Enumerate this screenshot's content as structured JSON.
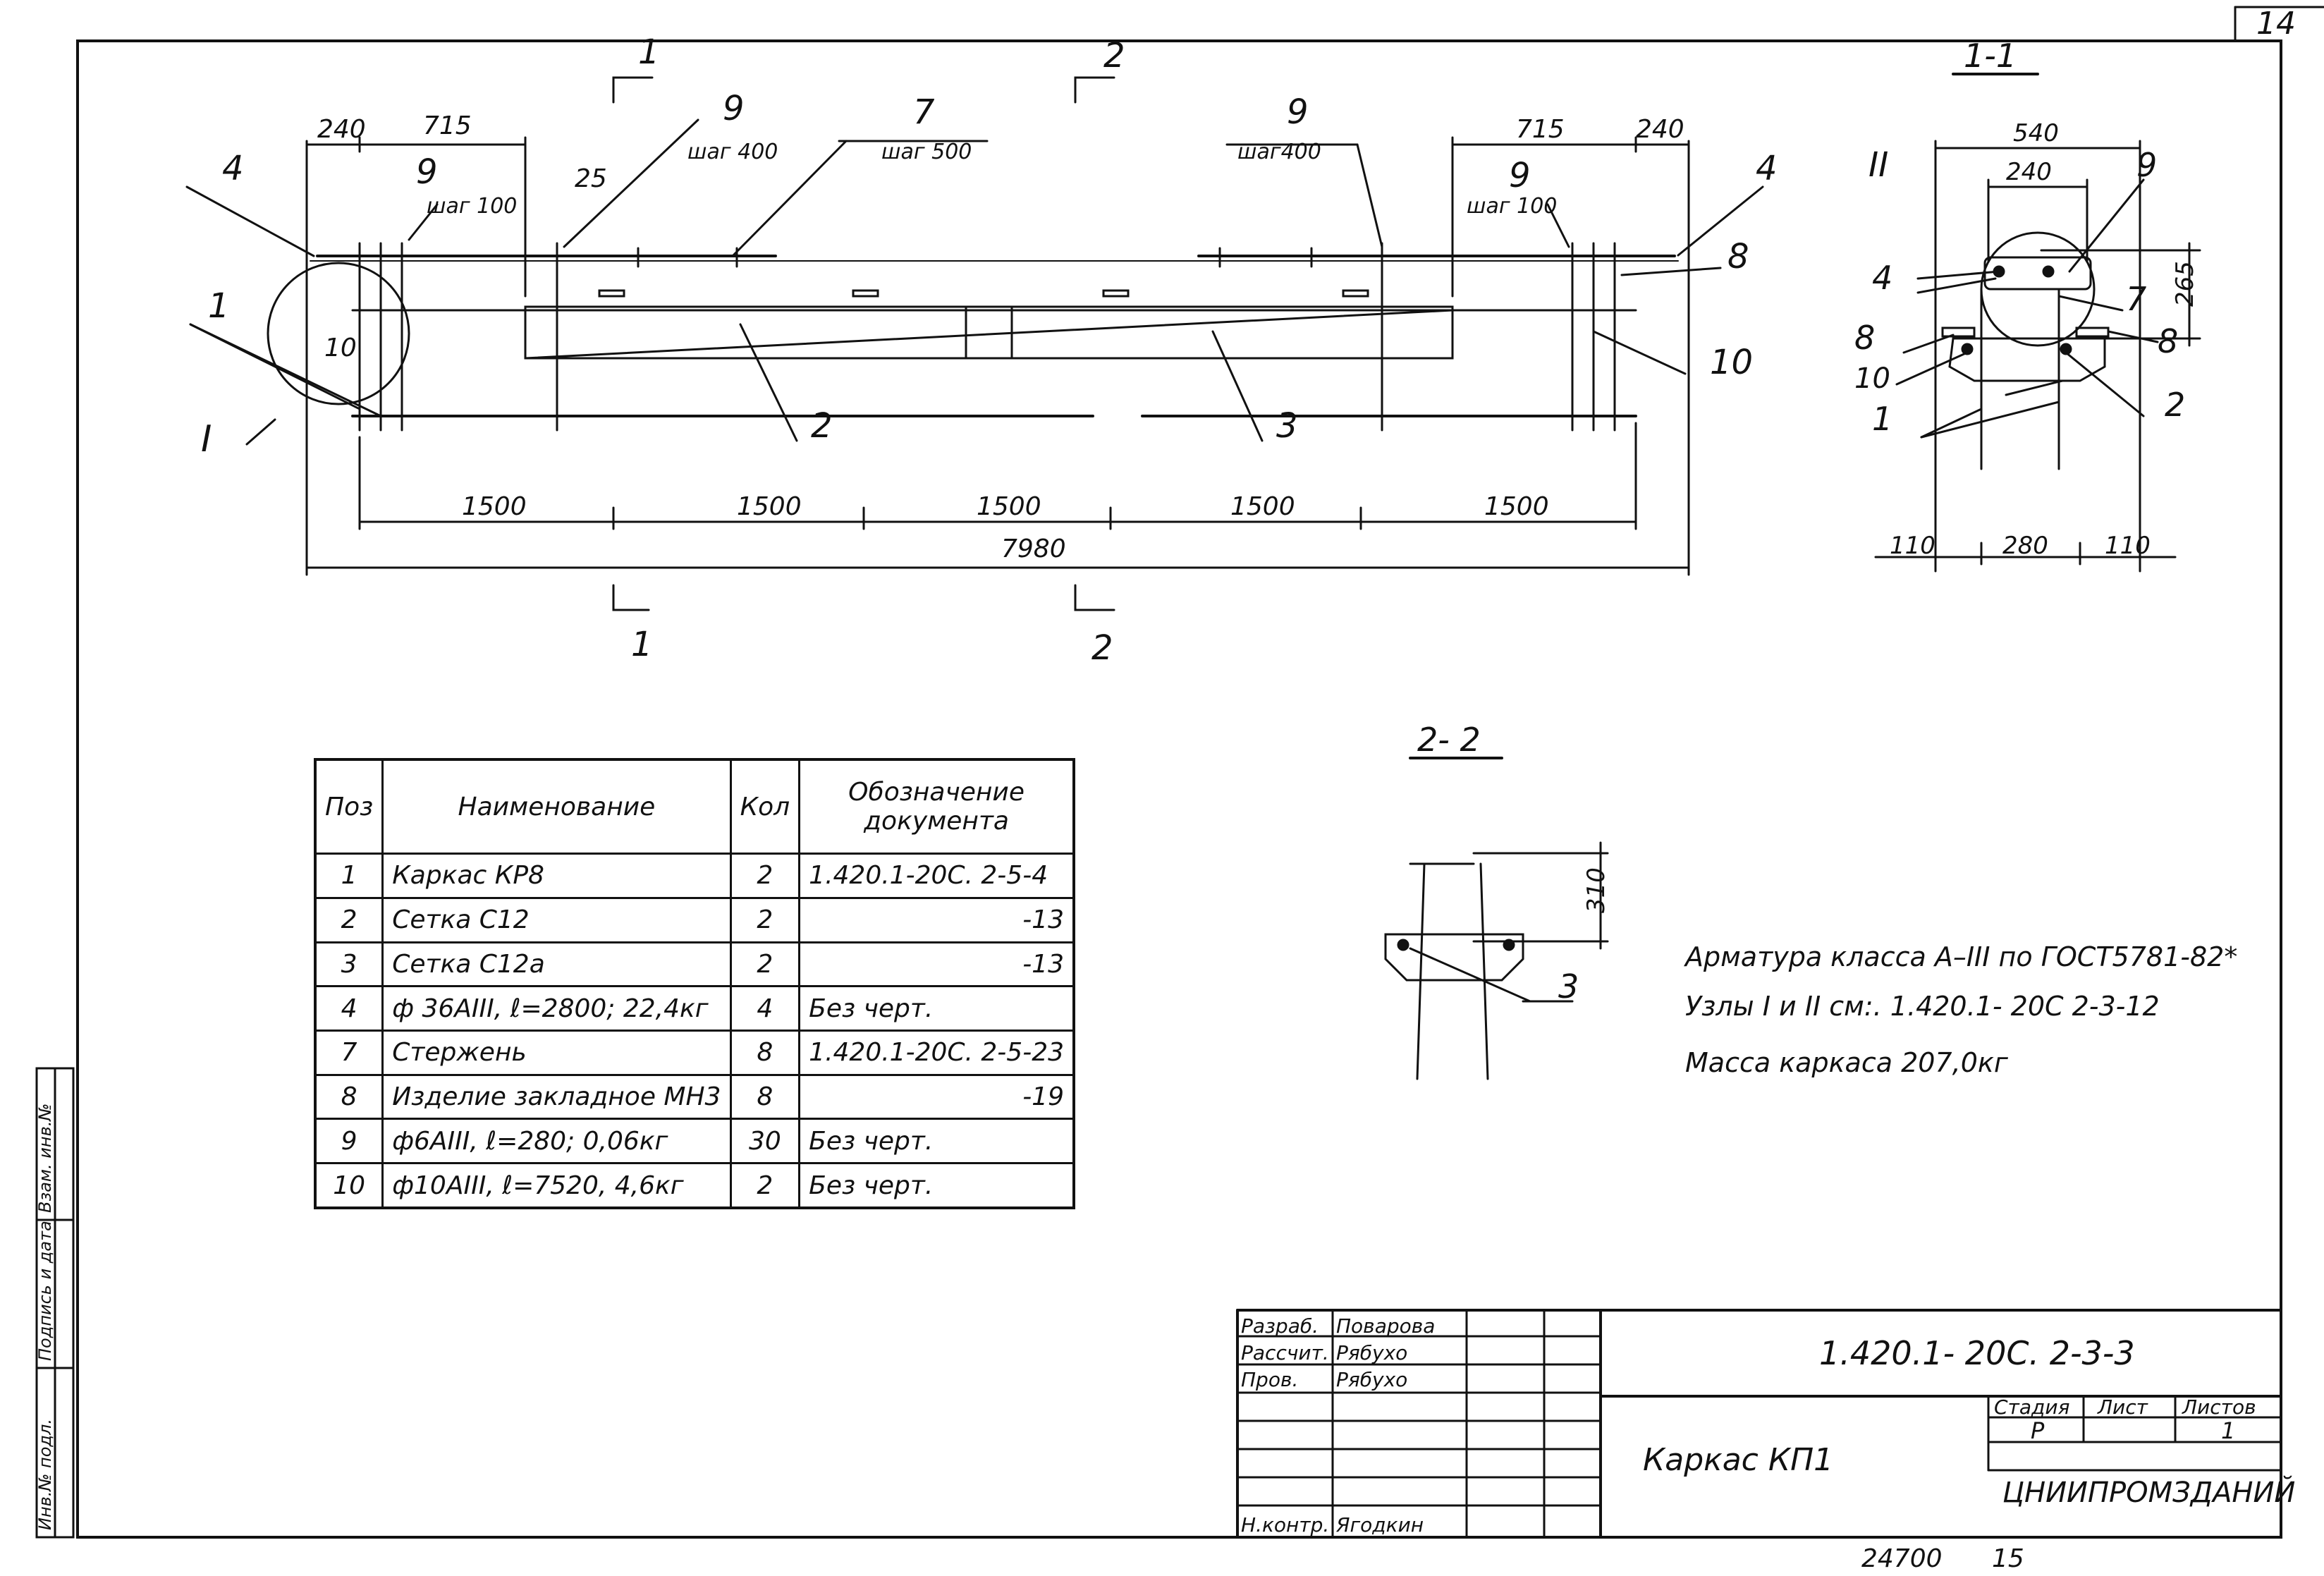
{
  "sheet_number": "14",
  "main_view": {
    "section_marks": [
      "1",
      "2",
      "1",
      "2"
    ],
    "node_mark": "I",
    "dims_top": [
      "240",
      "715",
      "715",
      "240",
      "25",
      "10"
    ],
    "dims_bottom": [
      "1500",
      "1500",
      "1500",
      "1500",
      "1500"
    ],
    "overall_length": "7980",
    "pitch_labels": [
      "шаг 100",
      "шаг 400",
      "шаг 500",
      "шаг400",
      "шаг 100"
    ],
    "leaders": [
      "4",
      "9",
      "9",
      "7",
      "9",
      "9",
      "4",
      "8",
      "1",
      "10",
      "2",
      "3"
    ]
  },
  "section_1_1": {
    "title": "1-1",
    "node_mark": "II",
    "dims": [
      "540",
      "240",
      "265",
      "110",
      "280",
      "110"
    ],
    "leaders": [
      "9",
      "4",
      "7",
      "8",
      "8",
      "10",
      "2",
      "1"
    ]
  },
  "section_2_2": {
    "title": "2- 2",
    "dim": "310",
    "leader": "3"
  },
  "notes": [
    "Арматура класса А–III по ГОСТ5781-82*",
    "Узлы I и II см:. 1.420.1- 20С 2-3-12",
    "Масса каркаса 207,0кг"
  ],
  "spec_table": {
    "headers": {
      "pos": "Поз",
      "name": "Наименование",
      "qty": "Кол",
      "doc": "Обозначение документа"
    },
    "rows": [
      {
        "pos": "1",
        "name": "Каркас КР8",
        "qty": "2",
        "doc": "1.420.1-20С. 2-5-4"
      },
      {
        "pos": "2",
        "name": "Сетка С12",
        "qty": "2",
        "doc": "-13"
      },
      {
        "pos": "3",
        "name": "Сетка С12а",
        "qty": "2",
        "doc": "-13"
      },
      {
        "pos": "4",
        "name": "ф 36АIII, ℓ=2800; 22,4кг",
        "qty": "4",
        "doc": "Без черт."
      },
      {
        "pos": "7",
        "name": "Стержень",
        "qty": "8",
        "doc": "1.420.1-20С. 2-5-23"
      },
      {
        "pos": "8",
        "name": "Изделие закладное МН3",
        "qty": "8",
        "doc": "-19"
      },
      {
        "pos": "9",
        "name": "ф6АIII, ℓ=280; 0,06кг",
        "qty": "30",
        "doc": "Без черт."
      },
      {
        "pos": "10",
        "name": "ф10АIII, ℓ=7520, 4,6кг",
        "qty": "2",
        "doc": "Без черт."
      }
    ]
  },
  "title_block": {
    "roles": [
      "Разраб.",
      "Рассчит.",
      "Пров.",
      "",
      "",
      "Н.контр."
    ],
    "names": [
      "Поварова",
      "Рябухо",
      "Рябухо",
      "",
      "",
      "Ягодкин"
    ],
    "designation": "1.420.1- 20С. 2-3-3",
    "name": "Каркас КП1",
    "stage_label": "Стадия",
    "sheet_label": "Лист",
    "sheets_label": "Листов",
    "stage": "Р",
    "sheets": "1",
    "organization": "ЦНИИПРОМЗДАНИЙ"
  },
  "bottom_numbers": [
    "24700",
    "15"
  ],
  "side_labels": [
    "Инв.№ подл.",
    "Подпись и дата",
    "Взам. инв.№"
  ]
}
